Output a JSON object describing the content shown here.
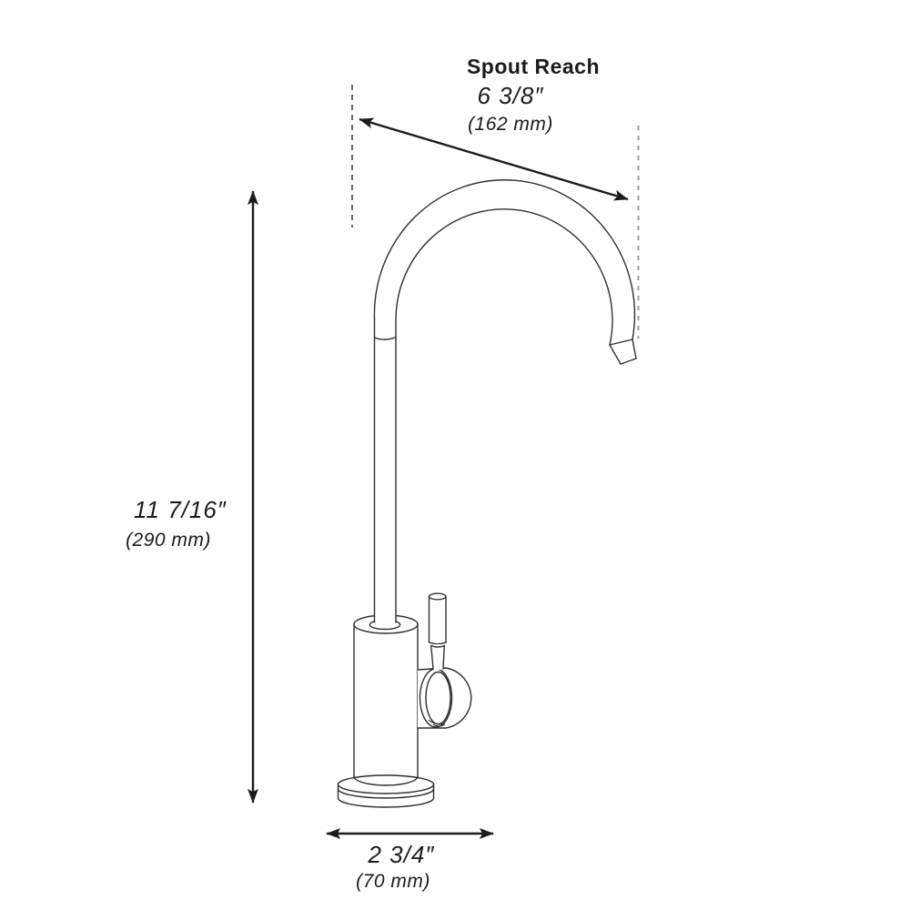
{
  "page": {
    "description": "Kitchen filter faucet technical dimension diagram",
    "background": "#ffffff"
  },
  "dimensions": {
    "spout_reach": {
      "label": "Spout Reach",
      "inches": "6 3/8″",
      "metric": "(162 mm)"
    },
    "height": {
      "inches": "11 7/16″",
      "metric": "(290 mm)"
    },
    "base_width": {
      "inches": "2 3/4″",
      "metric": "(70 mm)"
    }
  },
  "colors": {
    "line": "#2f2f2f",
    "arrow": "#1b1b1b",
    "text": "#1b1b1b",
    "dash_dark": "#4d4d4d",
    "dash_light": "#9b9b9b",
    "background": "#ffffff"
  }
}
